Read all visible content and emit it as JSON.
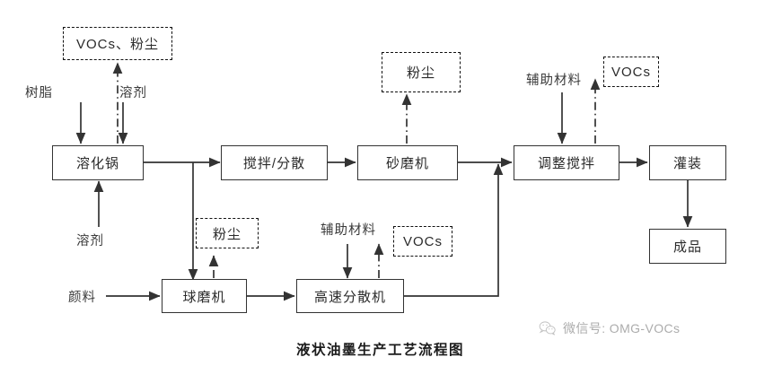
{
  "diagram": {
    "title": "液状油墨生产工艺流程图",
    "type": "process-flow-diagram",
    "colors": {
      "solid_box_border": "#333333",
      "dashed_box_border": "#111111",
      "arrow": "#333333",
      "background": "#ffffff",
      "title_text": "#1b1b1b",
      "watermark_text": "#9a9a9a"
    },
    "process_nodes": [
      {
        "id": "melt",
        "label": "溶化锅"
      },
      {
        "id": "mix",
        "label": "搅拌/分散"
      },
      {
        "id": "sandmill",
        "label": "砂磨机"
      },
      {
        "id": "adjustmix",
        "label": "调整搅拌"
      },
      {
        "id": "filling",
        "label": "灌装"
      },
      {
        "id": "product",
        "label": "成品"
      },
      {
        "id": "ballmill",
        "label": "球磨机"
      },
      {
        "id": "highspeed",
        "label": "高速分散机"
      }
    ],
    "emission_nodes": [
      {
        "id": "voc-dust-top",
        "label": "VOCs、粉尘"
      },
      {
        "id": "dust-sandmill",
        "label": "粉尘"
      },
      {
        "id": "voc-adjustmix",
        "label": "VOCs"
      },
      {
        "id": "dust-ballmill",
        "label": "粉尘"
      },
      {
        "id": "voc-highspeed",
        "label": "VOCs"
      }
    ],
    "input_labels": [
      {
        "id": "resin",
        "label": "树脂"
      },
      {
        "id": "solvent-top",
        "label": "溶剂"
      },
      {
        "id": "solvent-bot",
        "label": "溶剂"
      },
      {
        "id": "pigment",
        "label": "颜料"
      },
      {
        "id": "aux-top",
        "label": "辅助材料"
      },
      {
        "id": "aux-bot",
        "label": "辅助材料"
      }
    ],
    "watermark": {
      "text": "微信号: OMG-VOCs",
      "logo": "wechat-icon"
    }
  }
}
